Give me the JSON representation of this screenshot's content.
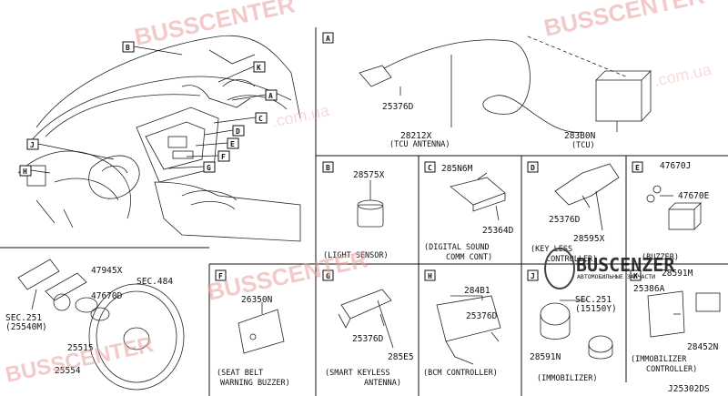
{
  "sections": {
    "A": {
      "letter": "A",
      "parts": [
        "25376D",
        "28212X"
      ],
      "caption": "(TCU ANTENNA)",
      "part2": "283B0N",
      "caption2": "(TCU)"
    },
    "B": {
      "letter": "B",
      "parts": [
        "28575X"
      ],
      "caption": "(LIGHT SENSOR)"
    },
    "C": {
      "letter": "C",
      "parts": [
        "285N6M",
        "25364D"
      ],
      "caption": "(DIGITAL SOUND",
      "caption_b": "COMM CONT)"
    },
    "D": {
      "letter": "D",
      "parts": [
        "25376D",
        "28595X"
      ],
      "caption": "(KEY LESS",
      "caption_b": "CONTROLLER)"
    },
    "E": {
      "letter": "E",
      "parts": [
        "47670J",
        "47670E"
      ],
      "caption": "(BUZZER)"
    },
    "F": {
      "letter": "F",
      "parts": [
        "26350N"
      ],
      "caption": "(SEAT BELT",
      "caption_b": "WARNING BUZZER)"
    },
    "G": {
      "letter": "G",
      "parts": [
        "25376D",
        "285E5"
      ],
      "caption": "(SMART KEYLESS",
      "caption_b": "ANTENNA)"
    },
    "H": {
      "letter": "H",
      "parts": [
        "284B1",
        "25376D"
      ],
      "caption": "(BCM CONTROLLER)"
    },
    "J": {
      "letter": "J",
      "parts": [
        "SEC.251",
        "(15150Y)",
        "28591N"
      ],
      "caption": "(IMMOBILIZER)"
    },
    "K": {
      "letter": "K",
      "parts": [
        "28591M",
        "25386A",
        "28452N"
      ],
      "caption": "(IMMOBILIZER",
      "caption_b": "CONTROLLER)"
    }
  },
  "steering": {
    "parts": [
      "47945X",
      "47670D",
      "SEC.484",
      "SEC.251",
      "(25540M)",
      "25515",
      "25554"
    ]
  },
  "dash_callouts": [
    "B",
    "K",
    "A",
    "C",
    "E",
    "F",
    "G",
    "J",
    "H",
    "D"
  ],
  "diagram_code": "J25302DS",
  "watermark": {
    "text": "BUSSCENTER",
    "url": ".com.ua",
    "logo": "BUSCENZER",
    "logo_sub": "АВТОМОБИЛЬНЫЕ ЗАПЧАСТИ"
  }
}
